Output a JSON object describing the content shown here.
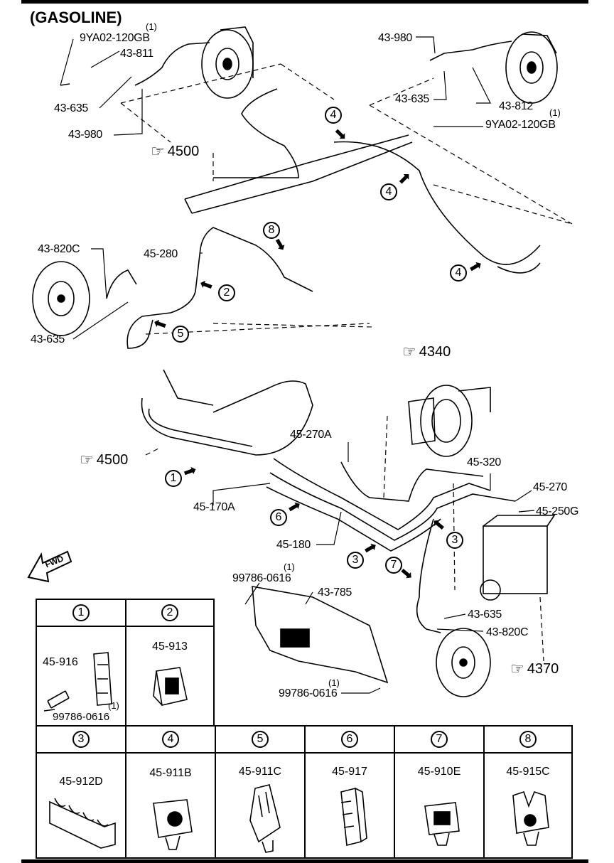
{
  "title": "(GASOLINE)",
  "section_refs": {
    "r4500a": "4500",
    "r4500b": "4500",
    "r4340": "4340",
    "r4370": "4370"
  },
  "labels": {
    "bolt_rf_qty": "(1)",
    "bolt_rf": "9YA02-120GB",
    "p43_811": "43-811",
    "p43_635_rf": "43-635",
    "p43_980_rf": "43-980",
    "p43_980_lf": "43-980",
    "p43_635_lf": "43-635",
    "p43_812": "43-812",
    "bolt_lf_qty": "(1)",
    "bolt_lf": "9YA02-120GB",
    "p43_820c_r": "43-820C",
    "p45_280": "45-280",
    "p43_635_rr": "43-635",
    "p45_270a": "45-270A",
    "p45_320": "45-320",
    "p45_270": "45-270",
    "p45_250g": "45-250G",
    "p45_170a": "45-170A",
    "p45_180": "45-180",
    "bolt_785a_qty": "(1)",
    "bolt_785a": "99786-0616",
    "p43_785": "43-785",
    "p43_635_lr": "43-635",
    "p43_820c_l": "43-820C",
    "bolt_785b_qty": "(1)",
    "bolt_785b": "99786-0616",
    "fwd": "FWD"
  },
  "callouts": [
    "4",
    "4",
    "4",
    "8",
    "2",
    "5",
    "1",
    "6",
    "3",
    "3",
    "7"
  ],
  "clip_table": [
    {
      "num": "1",
      "parts": [
        "45-916"
      ],
      "bolt": "99786-0616",
      "bolt_qty": "(1)"
    },
    {
      "num": "2",
      "parts": [
        "45-913"
      ]
    },
    {
      "num": "3",
      "parts": [
        "45-912D"
      ]
    },
    {
      "num": "4",
      "parts": [
        "45-911B"
      ]
    },
    {
      "num": "5",
      "parts": [
        "45-911C"
      ]
    },
    {
      "num": "6",
      "parts": [
        "45-917"
      ]
    },
    {
      "num": "7",
      "parts": [
        "45-910E"
      ]
    },
    {
      "num": "8",
      "parts": [
        "45-915C"
      ]
    }
  ],
  "icons": {
    "hand": "☞",
    "arrow": "➡"
  }
}
